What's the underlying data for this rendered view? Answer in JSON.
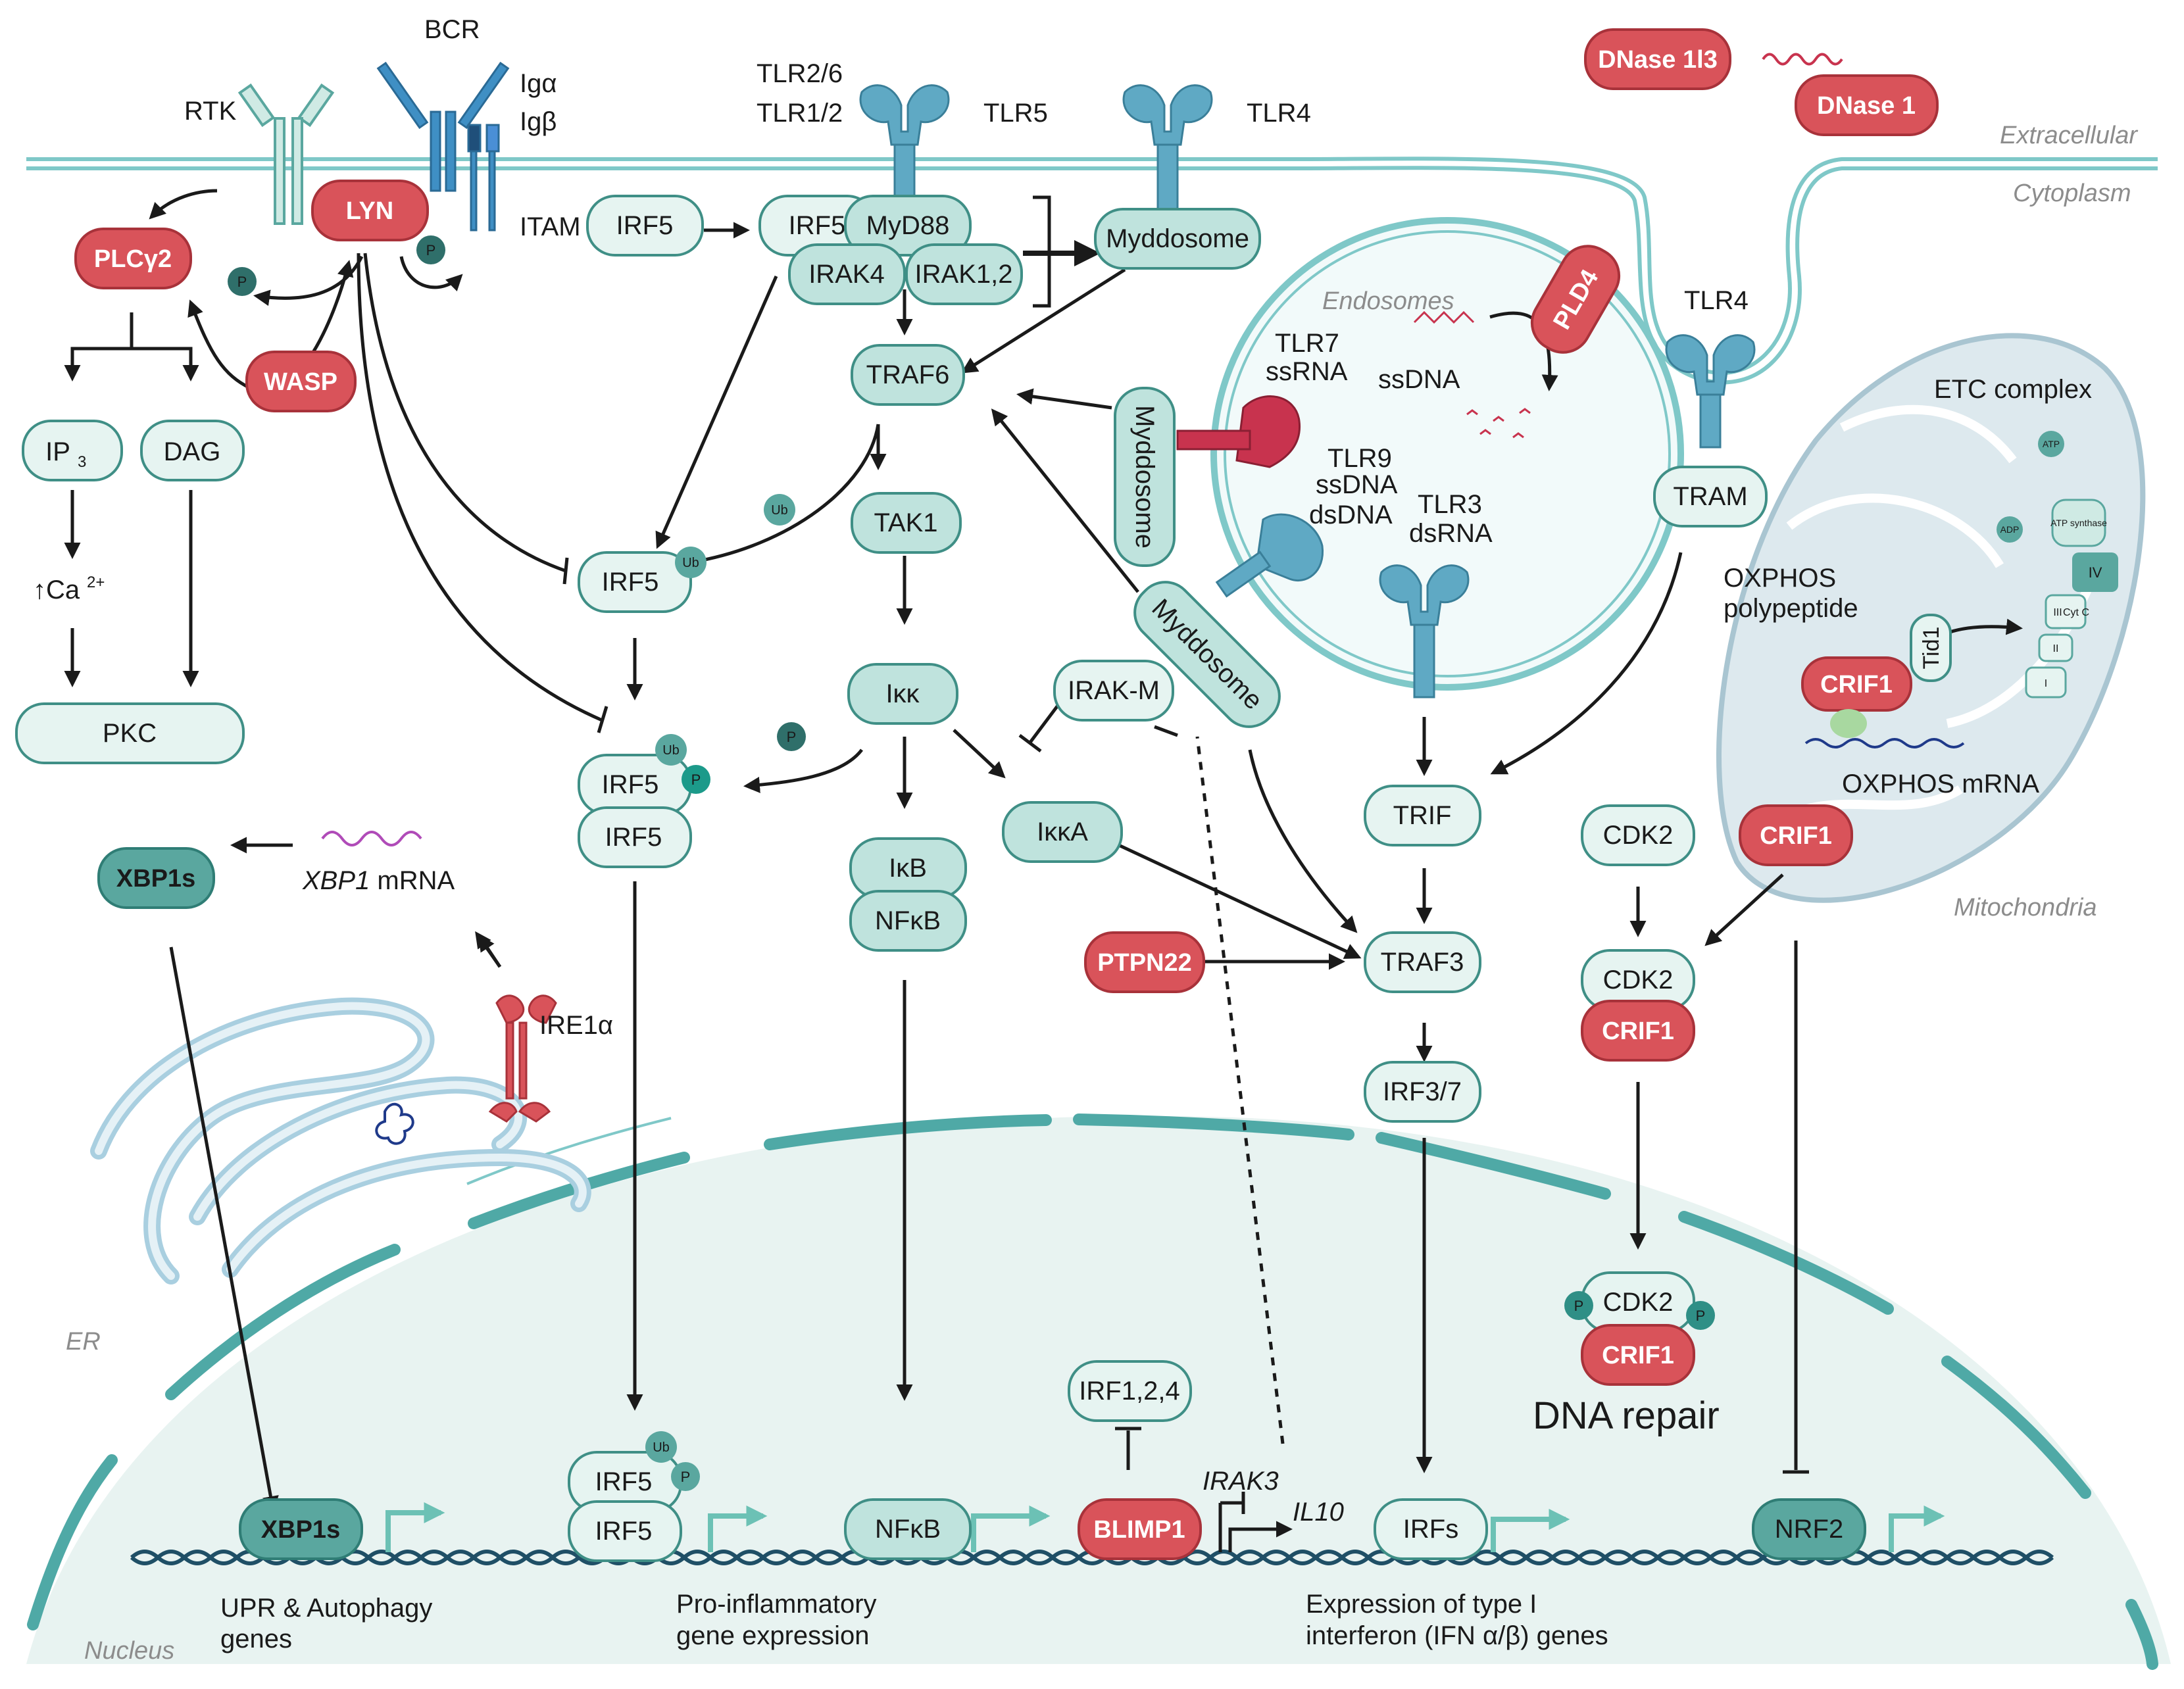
{
  "compartments": {
    "extracellular": "Extracellular",
    "cytoplasm": "Cytoplasm",
    "endosomes": "Endosomes",
    "mitochondria": "Mitochondria",
    "er": "ER",
    "nucleus": "Nucleus"
  },
  "receptors": {
    "rtk": "RTK",
    "bcr": "BCR",
    "iga": "Igα",
    "igb": "Igβ",
    "itam": "ITAM",
    "tlr26": "TLR2/6",
    "tlr12": "TLR1/2",
    "tlr5": "TLR5",
    "tlr4_top": "TLR4",
    "tlr4_right": "TLR4",
    "tlr7": "TLR7",
    "ssrna": "ssRNA",
    "tlr9": "TLR9",
    "ssdna_tlr9": "ssDNA",
    "dsdna": "dsDNA",
    "tlr3": "TLR3",
    "dsrna": "dsRNA",
    "ssdna": "ssDNA",
    "ire1a": "IRE1α"
  },
  "nodes": {
    "lyn": "LYN",
    "plcg2": "PLCγ2",
    "wasp": "WASP",
    "ip3": "IP",
    "ip3_sub": "3",
    "dag": "DAG",
    "ca": "↑Ca",
    "ca_sup": "2+",
    "pkc": "PKC",
    "irf5_a": "IRF5",
    "irf5_b": "IRF5",
    "myd88": "MyD88",
    "irak4": "IRAK4",
    "irak12": "IRAK1,2",
    "myddosome_a": "Myddosome",
    "myddosome_b": "Myddosome",
    "myddosome_c": "Myddosome",
    "traf6": "TRAF6",
    "tak1": "TAK1",
    "ikk": "Iκκ",
    "irak_m": "IRAK-M",
    "ikka": "IκκA",
    "ikb": "IκB",
    "nfkb": "NFκB",
    "irf5_ub": "IRF5",
    "irf5_dimer_top": "IRF5",
    "irf5_dimer_bottom": "IRF5",
    "xbp1s": "XBP1s",
    "xbp1_mrna_italic": "XBP1",
    "xbp1_mrna": " mRNA",
    "dnase1l3": "DNase 1l3",
    "dnase1": "DNase 1",
    "pld4": "PLD4",
    "tram": "TRAM",
    "trif": "TRIF",
    "traf3": "TRAF3",
    "irf37": "IRF3/7",
    "ptpn22": "PTPN22",
    "cdk2_a": "CDK2",
    "cdk2_b": "CDK2",
    "crif1_a": "CRIF1",
    "crif1_b": "CRIF1",
    "crif1_c": "CRIF1",
    "crif1_mito": "CRIF1",
    "cdk2_p": "CDK2",
    "dna_repair": "DNA repair",
    "etc_complex": "ETC complex",
    "oxphos_poly_1": "OXPHOS",
    "oxphos_poly_2": "polypeptide",
    "tid1": "Tid1",
    "oxphos_mrna": "OXPHOS mRNA",
    "atp": "ATP",
    "adp": "ADP",
    "atp_synthase": "ATP synthase",
    "cyt_c": "Cyt C",
    "complex_iv": "IV",
    "complex_iii": "III",
    "complex_ii": "II",
    "complex_i": "I",
    "irf124": "IRF1,2,4",
    "blimp1": "BLIMP1",
    "irak3": "IRAK3",
    "il10": "IL10",
    "nuc_xbp1s": "XBP1s",
    "nuc_irf5_top": "IRF5",
    "nuc_irf5_bottom": "IRF5",
    "nuc_nfkb": "NFκB",
    "nuc_irfs": "IRFs",
    "nrf2": "NRF2"
  },
  "badges": {
    "p": "P",
    "ub": "Ub"
  },
  "outputs": {
    "upr_1": "UPR & Autophagy",
    "upr_2": "genes",
    "proinf_1": "Pro-inflammatory",
    "proinf_2": "gene expression",
    "ifn_1": "Expression of type I",
    "ifn_2": "interferon (IFN α/β) genes"
  },
  "colors": {
    "membrane": "#7fc8c8",
    "teal_dark": "#5aa79f",
    "teal_light": "#e6f4f1",
    "red": "#d9535a",
    "nucleus_fill": "#e8f3f1",
    "receptor_blue": "#5fa9c4"
  }
}
